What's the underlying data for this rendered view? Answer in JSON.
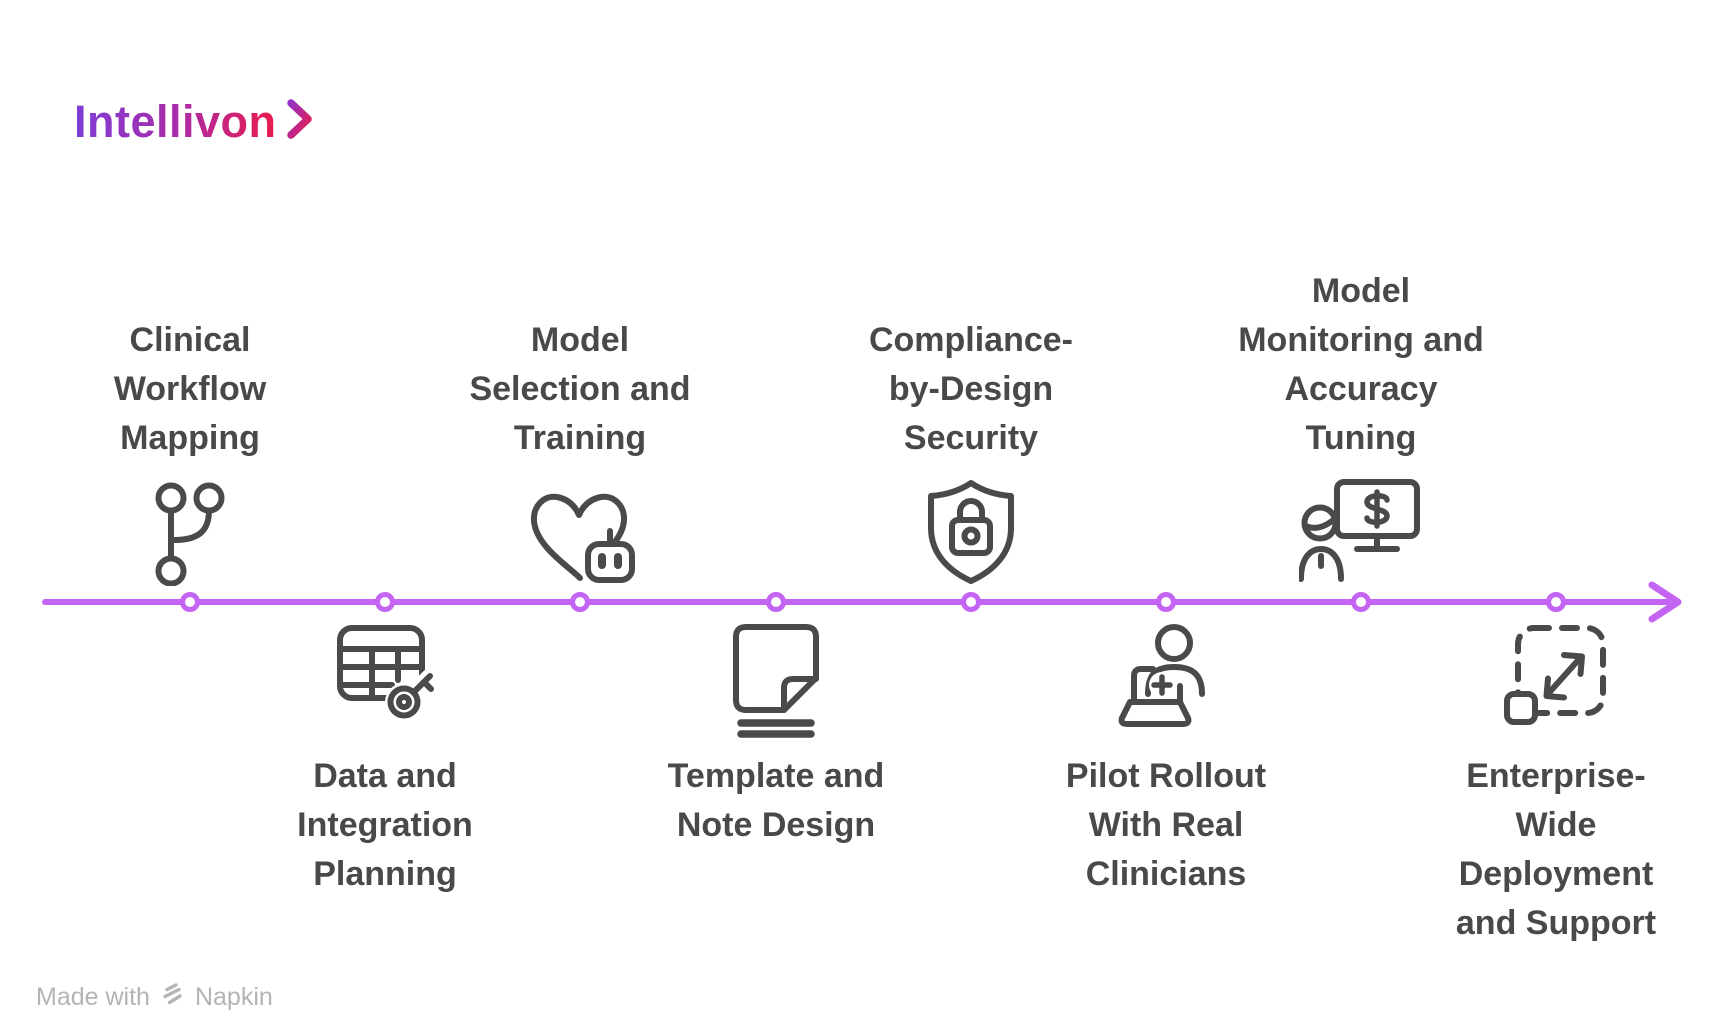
{
  "brand": {
    "name": "Intellivon",
    "logo_chevron_icon": "chevron-right-icon"
  },
  "timeline": {
    "direction": "left-to-right",
    "items": [
      {
        "title": "Clinical Workflow Mapping",
        "title_lines": [
          "Clinical",
          "Workflow",
          "Mapping"
        ],
        "icon": "git-branch-icon",
        "side": "above"
      },
      {
        "title": "Data and Integration Planning",
        "title_lines": [
          "Data and",
          "Integration",
          "Planning"
        ],
        "icon": "table-key-icon",
        "side": "below"
      },
      {
        "title": "Model Selection and Training",
        "title_lines": [
          "Model",
          "Selection and",
          "Training"
        ],
        "icon": "heart-bot-icon",
        "side": "above"
      },
      {
        "title": "Template and Note Design",
        "title_lines": [
          "Template and",
          "Note Design"
        ],
        "icon": "note-page-icon",
        "side": "below"
      },
      {
        "title": "Compliance-by-Design Security",
        "title_lines": [
          "Compliance-",
          "by-Design",
          "Security"
        ],
        "icon": "shield-lock-icon",
        "side": "above"
      },
      {
        "title": "Pilot Rollout With Real Clinicians",
        "title_lines": [
          "Pilot Rollout",
          "With Real",
          "Clinicians"
        ],
        "icon": "person-laptop-icon",
        "side": "below"
      },
      {
        "title": "Model Monitoring and Accuracy Tuning",
        "title_lines": [
          "Model",
          "Monitoring and",
          "Accuracy",
          "Tuning"
        ],
        "icon": "monitor-dollar-person-icon",
        "side": "above"
      },
      {
        "title": "Enterprise-Wide Deployment and Support",
        "title_lines": [
          "Enterprise-",
          "Wide",
          "Deployment",
          "and Support"
        ],
        "icon": "expand-dashed-icon",
        "side": "below"
      }
    ]
  },
  "footer": {
    "made_with": "Made with",
    "brand": "Napkin",
    "icon": "napkin-logo-icon"
  },
  "colors": {
    "title_text": "#494949",
    "icon_stroke": "#4a4a4a",
    "timeline": "#c464f2",
    "logo_gradient_start": "#7d3ed9",
    "logo_gradient_end": "#ea1a4d",
    "footer_text": "#b4b4b4"
  }
}
